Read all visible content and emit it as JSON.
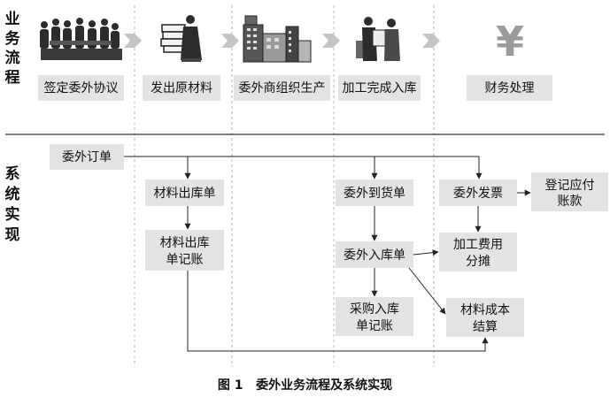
{
  "section_labels": {
    "business_flow": [
      "业",
      "务",
      "流",
      "程"
    ],
    "system_impl": [
      "系",
      "统",
      "实",
      "现"
    ]
  },
  "business_steps": [
    {
      "label": "签定委外协议",
      "icon": "meeting-people-icon"
    },
    {
      "label": "发出原材料",
      "icon": "worker-carrying-boxes-icon"
    },
    {
      "label": "委外商组织生产",
      "icon": "factory-buildings-icon"
    },
    {
      "label": "加工完成入库",
      "icon": "warehouse-workers-icon"
    },
    {
      "label": "财务处理",
      "icon": "yen-icon"
    }
  ],
  "yen_symbol": "¥",
  "system_nodes": {
    "outsourcing_order": [
      "委外订单"
    ],
    "material_outbound": [
      "材料出库单"
    ],
    "material_outbound_ledger": [
      "材料出库",
      "单记账"
    ],
    "outsourcing_arrival": [
      "委外到货单"
    ],
    "outsourcing_inbound": [
      "委外入库单"
    ],
    "purchase_inbound_ledger": [
      "采购入库",
      "单记账"
    ],
    "outsourcing_invoice": [
      "委外发票"
    ],
    "register_payable": [
      "登记应付",
      "账款"
    ],
    "processing_fee_allocation": [
      "加工费用",
      "分摊"
    ],
    "material_cost_settlement": [
      "材料成本",
      "结算"
    ]
  },
  "caption": "图 1   委外业务流程及系统实现",
  "colors": {
    "box_fill": "#e3e3e3",
    "line": "#222222",
    "divider": "#555555",
    "dashed": "#b8b8b8",
    "chevron": "#c4c4c4",
    "icon_dark": "#2c2c2c",
    "yen_grey": "#9a9a9a"
  }
}
